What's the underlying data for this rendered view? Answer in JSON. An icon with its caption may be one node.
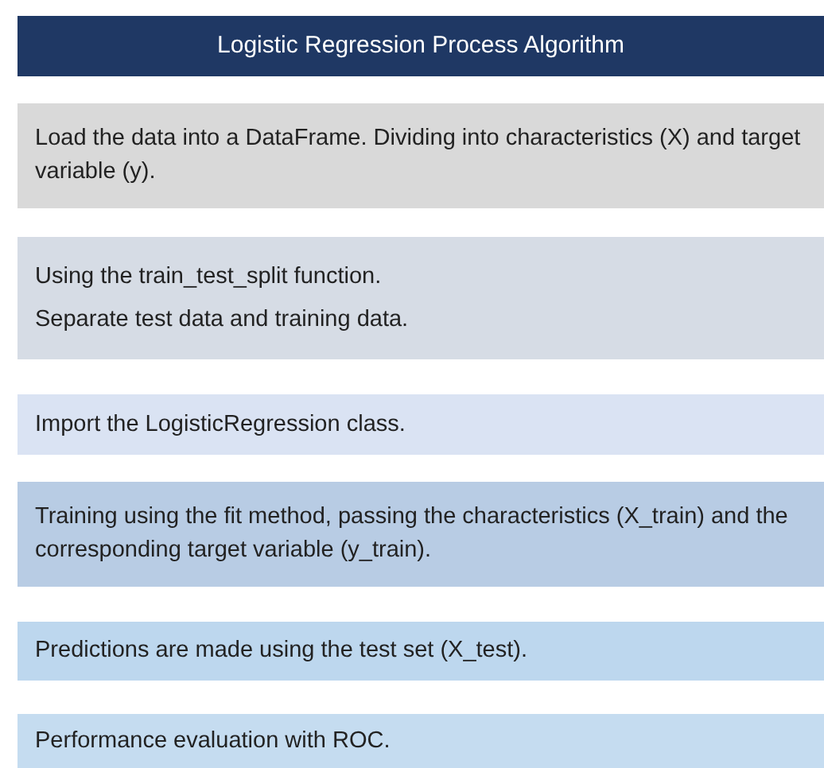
{
  "diagram": {
    "title": "Logistic Regression Process Algorithm",
    "nodes": [
      {
        "text": [
          "Load the data into a DataFrame. Dividing into characteristics (X) and target variable (y)."
        ]
      },
      {
        "text": [
          "Using the train_test_split function.",
          "Separate test data and training data."
        ]
      },
      {
        "text": [
          "Import the LogisticRegression class."
        ]
      },
      {
        "text": [
          "Training using the fit method, passing the characteristics (X_train) and the corresponding target variable (y_train)."
        ]
      },
      {
        "text": [
          "Predictions are made using the test set (X_test)."
        ]
      },
      {
        "text": [
          "Performance evaluation with ROC."
        ]
      }
    ]
  }
}
